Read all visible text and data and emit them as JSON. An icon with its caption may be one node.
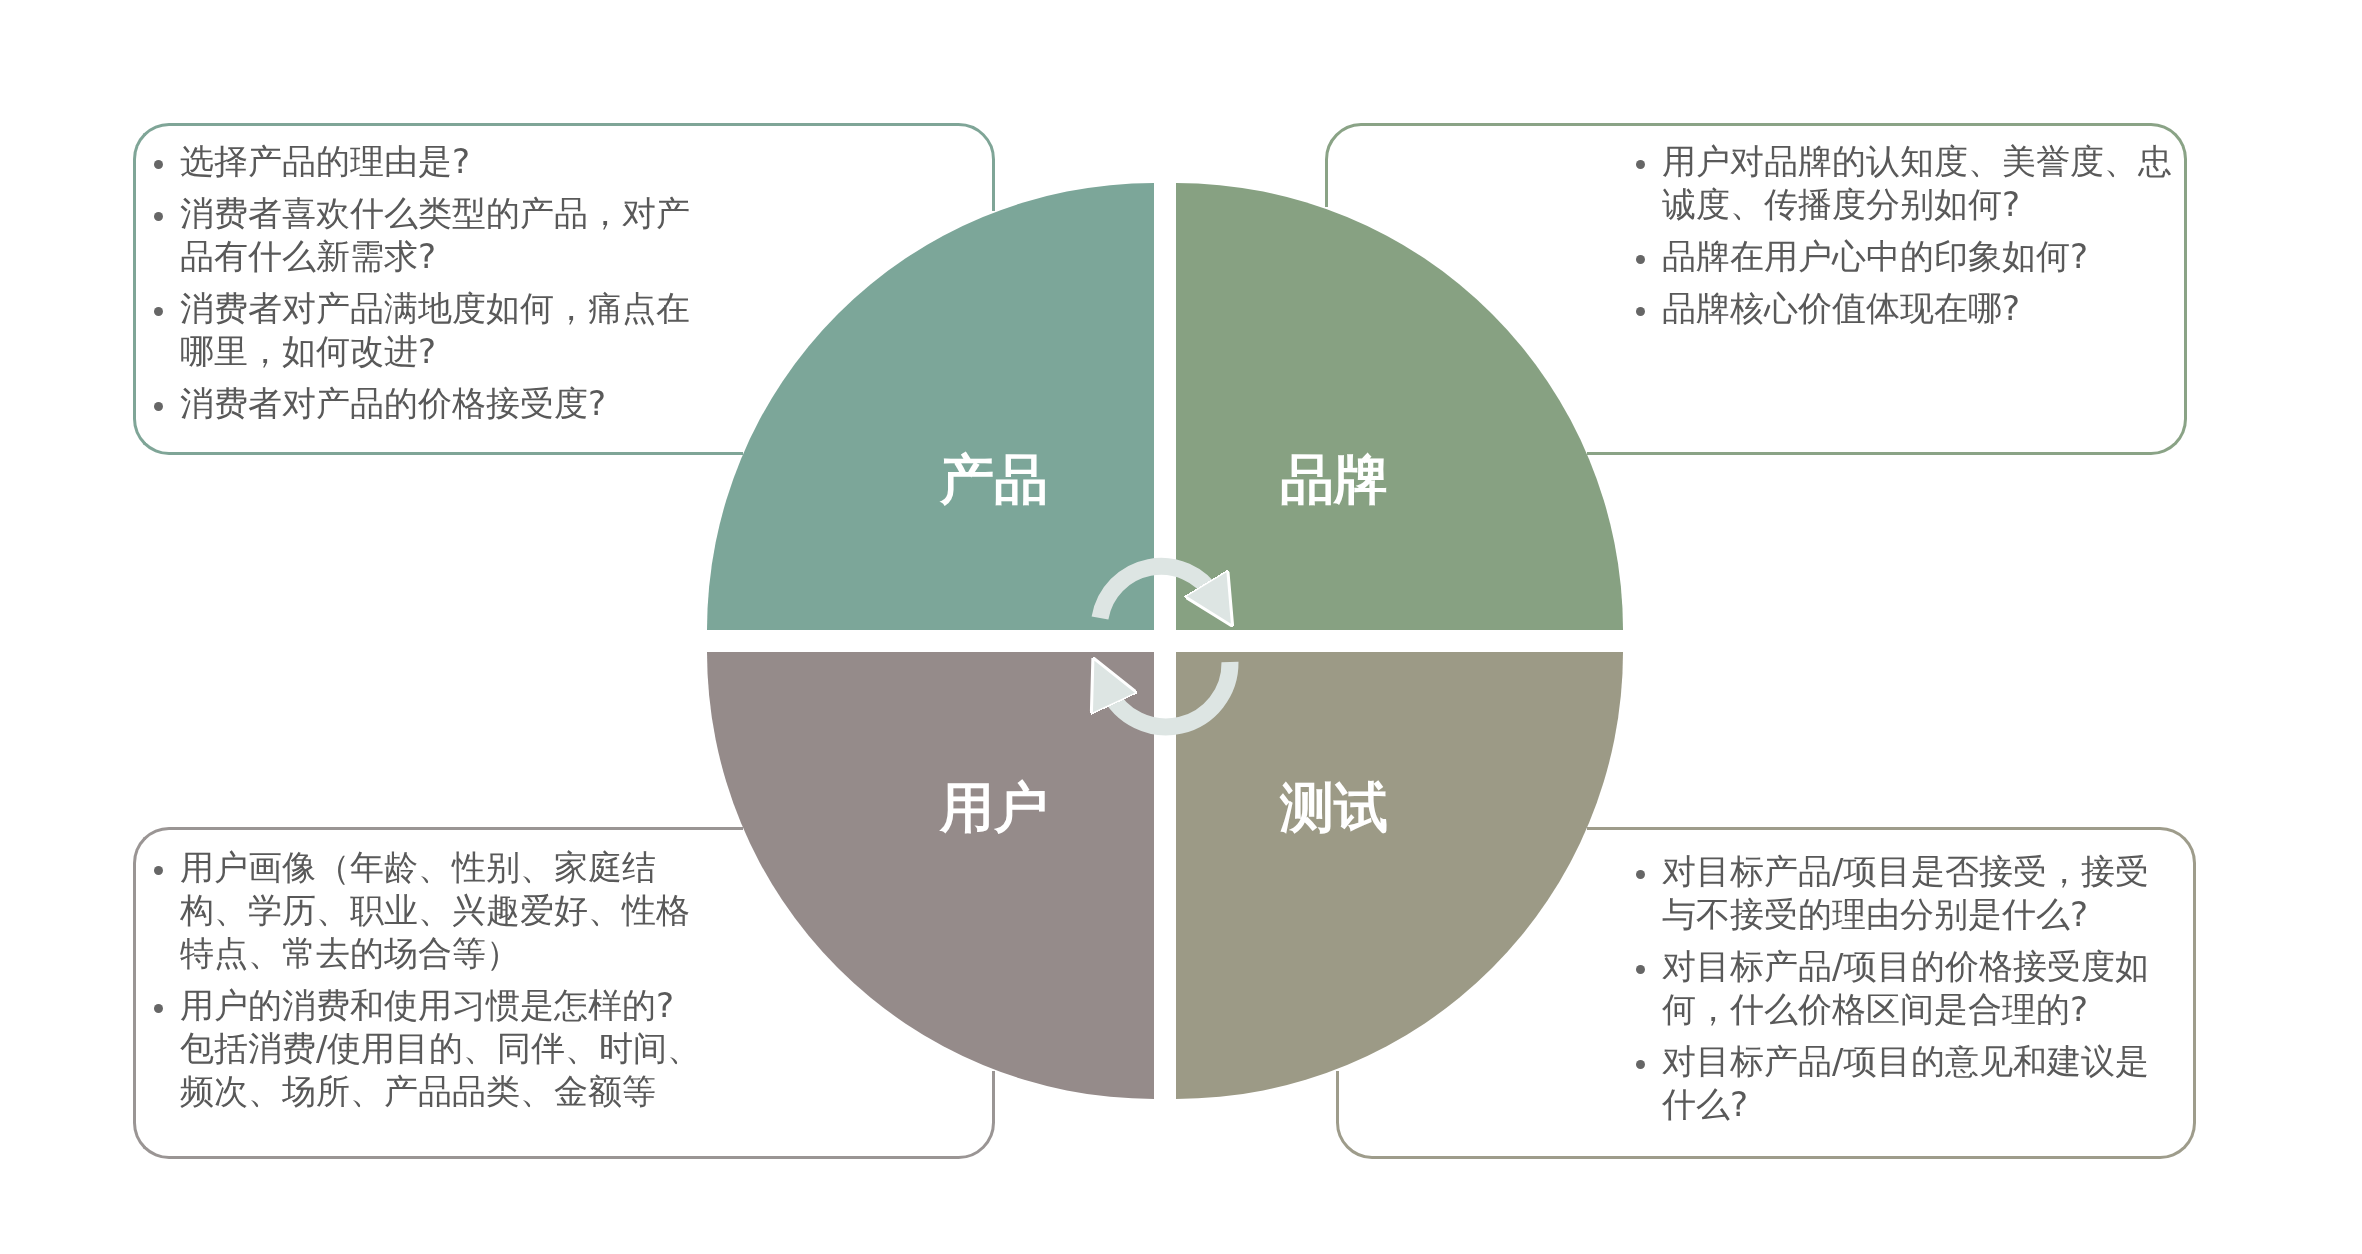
{
  "diagram": {
    "nodes": [
      {
        "text": [
          "产品"
        ]
      },
      {
        "text": [
          "品牌"
        ]
      },
      {
        "text": [
          "用户"
        ]
      },
      {
        "text": [
          "测试"
        ]
      },
      {
        "text": [
          "选择产品的理由是?",
          "消费者喜欢什么类型的产品，对产品有什么新需求?",
          "消费者对产品满地度如何，痛点在哪里，如何改进?",
          "消费者对产品的价格接受度?"
        ]
      },
      {
        "text": [
          "用户对品牌的认知度、美誉度、忠诚度、传播度分别如何?",
          "品牌在用户心中的印象如何?",
          "品牌核心价值体现在哪?"
        ]
      },
      {
        "text": [
          "用户画像（年龄、性别、家庭结构、学历、职业、兴趣爱好、性格特点、常去的场合等）",
          "用户的消费和使用习惯是怎样的?包括消费/使用目的、同伴、时间、频次、场所、产品品类、金额等"
        ]
      },
      {
        "text": [
          "对目标产品/项目是否接受，接受与不接受的理由分别是什么?",
          "对目标产品/项目的价格接受度如何，什么价格区间是合理的?",
          "对目标产品/项目的意见和建议是什么?"
        ]
      }
    ],
    "edges": [
      {
        "from": 0,
        "to": 1,
        "arrow": "to"
      },
      {
        "from": 3,
        "to": 2,
        "arrow": "to"
      }
    ]
  }
}
